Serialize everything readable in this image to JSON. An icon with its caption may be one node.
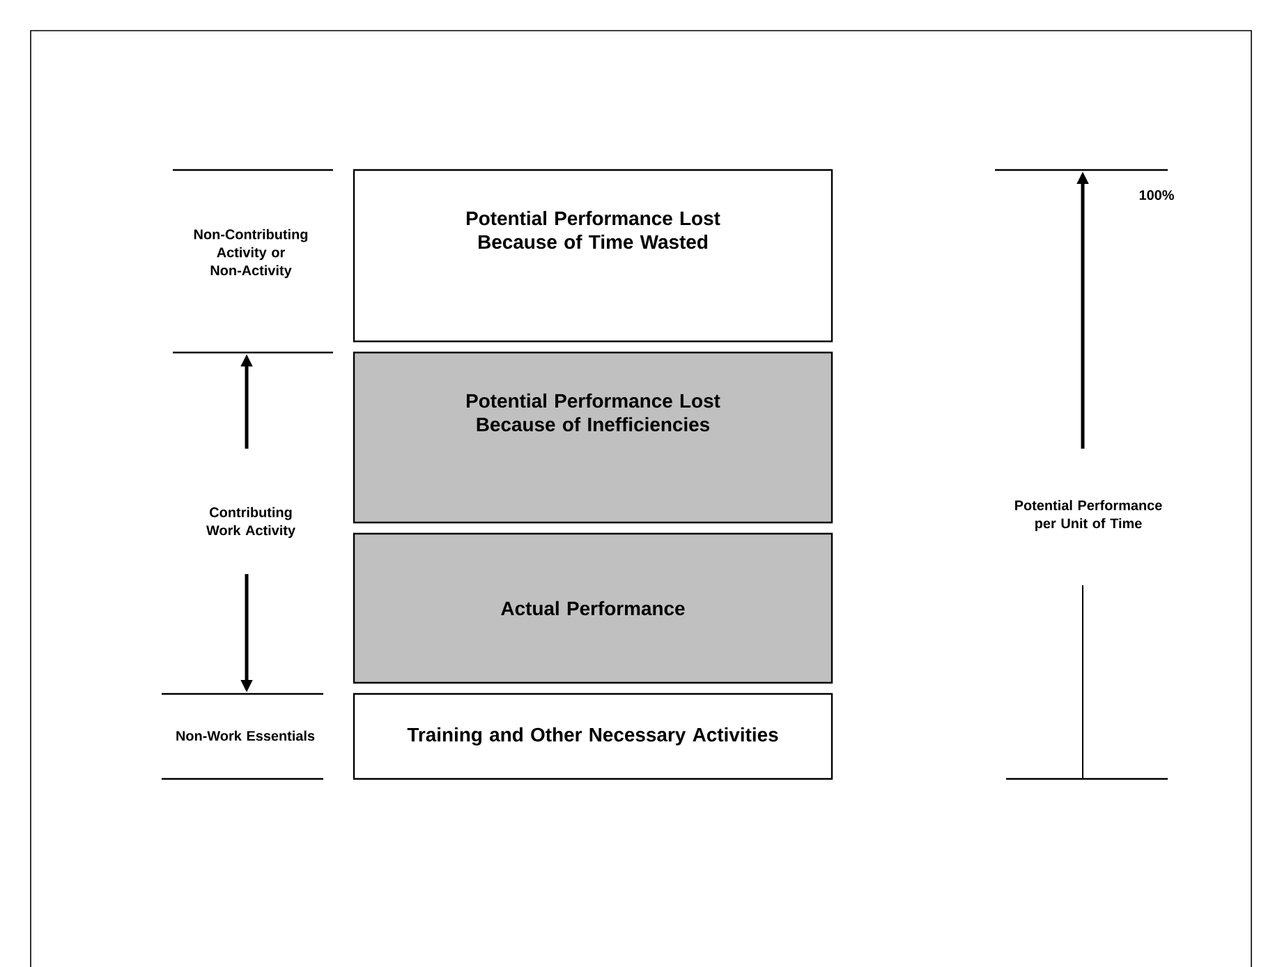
{
  "diagram": {
    "nodes": [
      {
        "text": [
          "Potential Performance Lost Because of Time Wasted"
        ]
      },
      {
        "text": [
          "Potential Performance Lost Because of Inefficiencies"
        ]
      },
      {
        "text": [
          "Actual Performance"
        ]
      },
      {
        "text": [
          "Training and Other Necessary Activities"
        ]
      }
    ],
    "labels": [
      "Non-Contributing Activity or Non-Activity",
      "Contributing Work Activity",
      "Non-Work Essentials",
      "100%",
      "Potential Performance per Unit of Time"
    ]
  }
}
